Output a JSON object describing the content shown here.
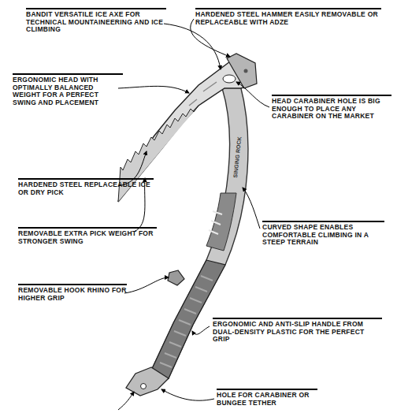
{
  "diagram": {
    "labels": [
      "BANDIT VERSATILE ICE AXE FOR TECHNICAL MOUNTAINEERING AND ICE CLIMBING",
      "HARDENED STEEL HAMMER EASILY REMOVABLE OR REPLACEABLE WITH ADZE",
      "ERGONOMIC HEAD WITH OPTIMALLY BALANCED WEIGHT FOR A PERFECT SWING AND PLACEMENT",
      "HEAD CARABINER HOLE IS BIG ENOUGH TO PLACE ANY CARABINER ON THE MARKET",
      "HARDENED STEEL REPLACEABLE ICE OR DRY PICK",
      "REMOVABLE EXTRA PICK WEIGHT FOR STRONGER SWING",
      "CURVED SHAPE ENABLES COMFORTABLE CLIMBING IN A STEEP TERRAIN",
      "REMOVABLE HOOK RHINO FOR HIGHER GRIP",
      "ERGONOMIC AND ANTI-SLIP HANDLE FROM DUAL-DENSITY PLASTIC FOR THE PERFECT GRIP",
      "HOLE FOR CARABINER OR BUNGEE TETHER",
      "SINGING ROCK"
    ]
  }
}
